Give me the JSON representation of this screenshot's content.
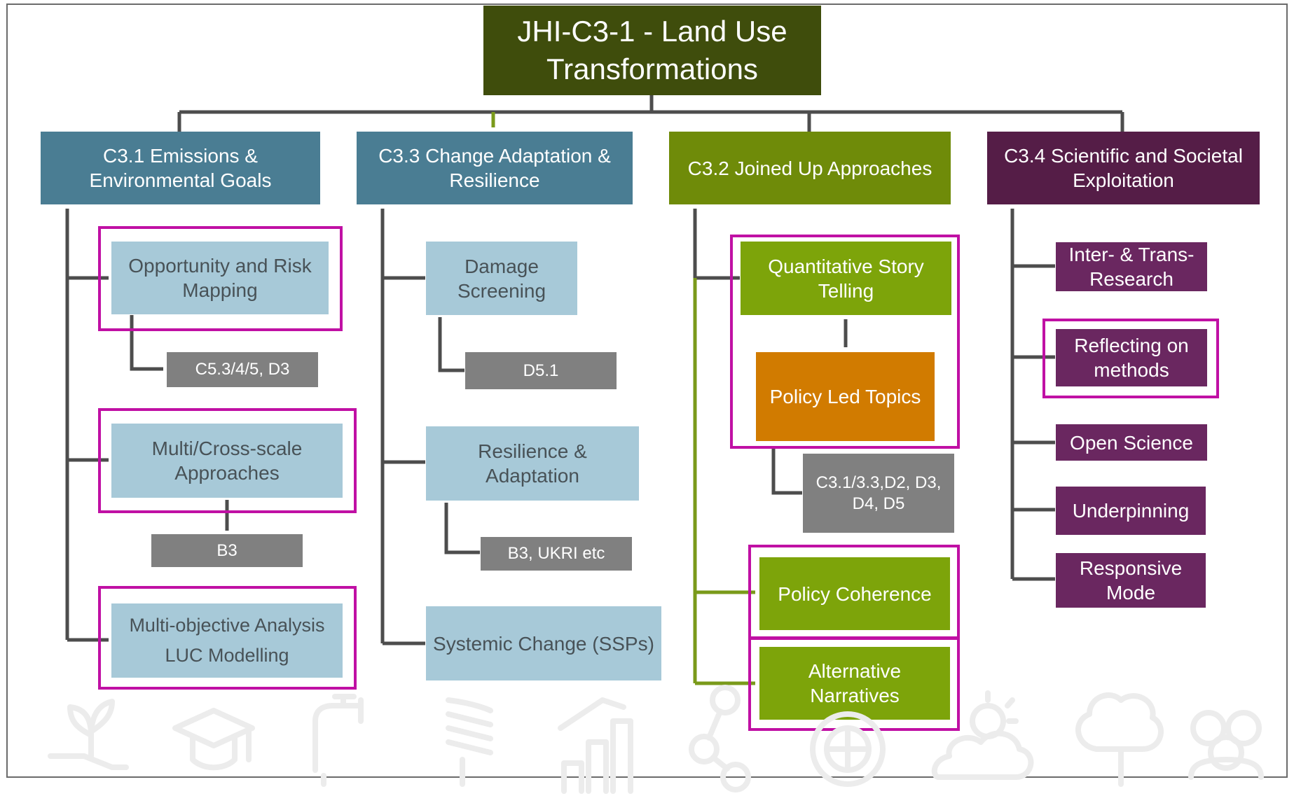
{
  "title": "JHI-C3-1 - Land Use\nTransformations",
  "columns": [
    {
      "header": "C3.1 Emissions &\nEnvironmental Goals",
      "items": [
        {
          "label": "Opportunity and Risk\nMapping",
          "note": "C5.3/4/5, D3"
        },
        {
          "label": "Multi/Cross-scale\nApproaches",
          "note": "B3"
        },
        {
          "label": "Multi-objective Analysis\nLUC Modelling"
        }
      ]
    },
    {
      "header": "C3.3 Change Adaptation &\nResilience",
      "items": [
        {
          "label": "Damage\nScreening",
          "note": "D5.1"
        },
        {
          "label": "Resilience & Adaptation",
          "note": "B3, UKRI etc"
        },
        {
          "label": "Systemic Change (SSPs)"
        }
      ]
    },
    {
      "header": "C3.2 Joined Up Approaches",
      "items": [
        {
          "label": "Quantitative Story\nTelling",
          "sub": "Policy Led Topics",
          "note": "C3.1/3.3,D2, D3,\nD4, D5"
        },
        {
          "label": "Policy Coherence"
        },
        {
          "label": "Alternative\nNarratives"
        }
      ]
    },
    {
      "header": "C3.4 Scientific and Societal\nExploitation",
      "items": [
        {
          "label": "Inter-  & Trans-\nResearch"
        },
        {
          "label": "Reflecting on\nmethods"
        },
        {
          "label": "Open Science"
        },
        {
          "label": "Underpinning"
        },
        {
          "label": "Responsive\nMode"
        }
      ]
    }
  ],
  "footer_icons": [
    "plant-hand-icon",
    "graduation-cap-icon",
    "water-tap-icon",
    "light-bulb-icon",
    "bar-chart-icon",
    "network-icon",
    "globe-icon",
    "cloud-sun-icon",
    "tree-icon",
    "people-icon"
  ],
  "colors": {
    "root": "#3f4d0c",
    "teal_header": "#4a7d93",
    "green_header": "#6f8b09",
    "plum_header": "#551d47",
    "light_blue": "#a7c9d8",
    "bright_green": "#7da40a",
    "orange": "#d17b00",
    "grey": "#808080",
    "purple": "#6a2760",
    "highlight": "#c010a4",
    "connector": "#4d4d4d",
    "green_connector": "#7a9a1a"
  }
}
